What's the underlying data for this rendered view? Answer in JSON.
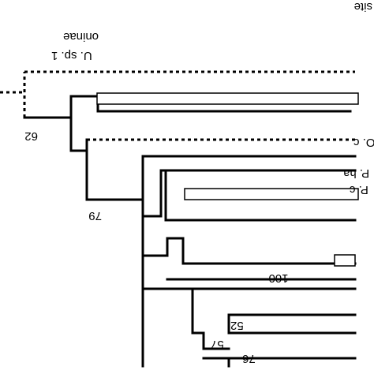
{
  "labels": {
    "taxon_top_edge": "site",
    "taxon_subfamily": "oninae",
    "taxon_u_sp": "U. sp. 1",
    "taxon_o": "O. c",
    "taxon_p_ha": "P. ha",
    "taxon_p_c": "P. c"
  },
  "support": {
    "node_62": "62",
    "node_79": "79",
    "node_100": "100",
    "node_52": "52",
    "node_57": "57",
    "node_76": "76"
  },
  "colors": {
    "line": "#000000",
    "background": "#ffffff"
  }
}
